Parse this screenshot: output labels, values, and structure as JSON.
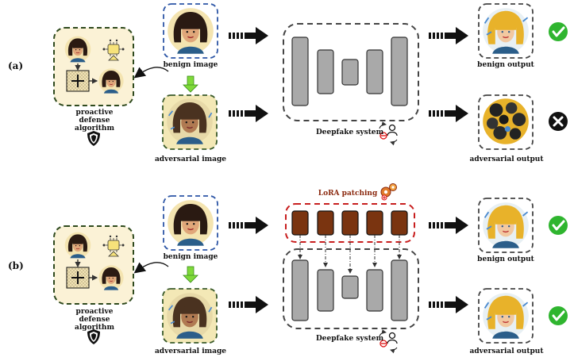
{
  "panels": [
    {
      "id": "a",
      "row_label": "(a)",
      "defense_label": "proactive defense algorithm",
      "benign_image_label": "benign image",
      "adversarial_image_label": "adversarial image",
      "system_label": "Deepfake system",
      "benign_output_label": "benign output",
      "adversarial_output_label": "adversarial output",
      "benign_result": "check",
      "adversarial_result": "cross"
    },
    {
      "id": "b",
      "row_label": "(b)",
      "defense_label": "proactive defense algorithm",
      "benign_image_label": "benign image",
      "adversarial_image_label": "adversarial image",
      "patch_label": "LoRA patching",
      "system_label": "Deepfake system",
      "benign_output_label": "benign output",
      "adversarial_output_label": "adversarial output",
      "benign_result": "check",
      "adversarial_result": "check"
    }
  ],
  "colors": {
    "check": "#2fb52f",
    "cross": "#111111",
    "benign_frame": "#2d56a6",
    "adversarial_frame": "#3a5a2a",
    "lora_frame": "#c81e1e",
    "lora_block": "#7a3410",
    "network_block": "#a9a9a9",
    "face_bg_benign": "#f6ecc2",
    "defense_bg": "#fbf2d6"
  }
}
